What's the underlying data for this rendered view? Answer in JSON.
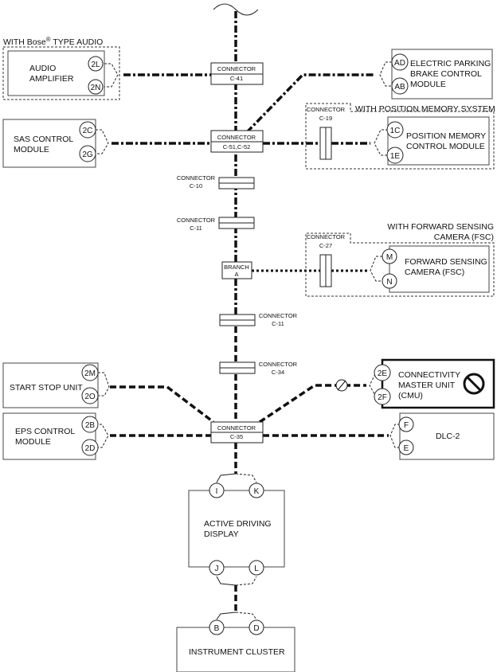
{
  "groups": {
    "bose": "WITH Bose",
    "bose_reg": "®",
    "bose_suffix": " TYPE AUDIO",
    "position_memory": "WITH POSITION MEMORY SYSTEM",
    "fsc_line1": "WITH FORWARD SENSING",
    "fsc_line2": "CAMERA (FSC)"
  },
  "modules": {
    "audio_amp": [
      "AUDIO",
      "AMPLIFIER"
    ],
    "epb": [
      "ELECTRIC PARKING",
      "BRAKE CONTROL",
      "MODULE"
    ],
    "sas": [
      "SAS CONTROL",
      "MODULE"
    ],
    "position_memory": [
      "POSITION MEMORY",
      "CONTROL MODULE"
    ],
    "fsc": [
      "FORWARD SENSING",
      "CAMERA (FSC)"
    ],
    "start_stop": [
      "START STOP UNIT"
    ],
    "cmu": [
      "CONNECTIVITY",
      "MASTER UNIT",
      "(CMU)"
    ],
    "eps": [
      "EPS CONTROL",
      "MODULE"
    ],
    "dlc2": [
      "DLC-2"
    ],
    "add": [
      "ACTIVE DRIVING",
      "DISPLAY"
    ],
    "cluster": [
      "INSTRUMENT CLUSTER"
    ]
  },
  "connectors": {
    "c41": [
      "CONNECTOR",
      "C-41"
    ],
    "c5152": [
      "CONNECTOR",
      "C-51,C-52"
    ],
    "c19": [
      "CONNECTOR",
      "C-19"
    ],
    "c10": [
      "CONNECTOR",
      "C-10"
    ],
    "c11a": [
      "CONNECTOR",
      "C-11"
    ],
    "c27": [
      "CONNECTOR",
      "C-27"
    ],
    "branch": [
      "BRANCH",
      "A"
    ],
    "c11b": [
      "CONNECTOR",
      "C-11"
    ],
    "c34": [
      "CONNECTOR",
      "C-34"
    ],
    "c35": [
      "CONNECTOR",
      "C-35"
    ]
  },
  "pins": {
    "audio_2l": "2L",
    "audio_2n": "2N",
    "epb_ad": "AD",
    "epb_ab": "AB",
    "sas_2c": "2C",
    "sas_2g": "2G",
    "pm_1c": "1C",
    "pm_1e": "1E",
    "fsc_m": "M",
    "fsc_n": "N",
    "ss_2m": "2M",
    "ss_2o": "2O",
    "cmu_2e": "2E",
    "cmu_2f": "2F",
    "eps_2b": "2B",
    "eps_2d": "2D",
    "dlc_f": "F",
    "dlc_e": "E",
    "add_i": "I",
    "add_k": "K",
    "add_j": "J",
    "add_l": "L",
    "ic_b": "B",
    "ic_d": "D"
  },
  "icons": {
    "prohibited": "no-entry-icon",
    "wire_break": "wire-break-icon"
  }
}
